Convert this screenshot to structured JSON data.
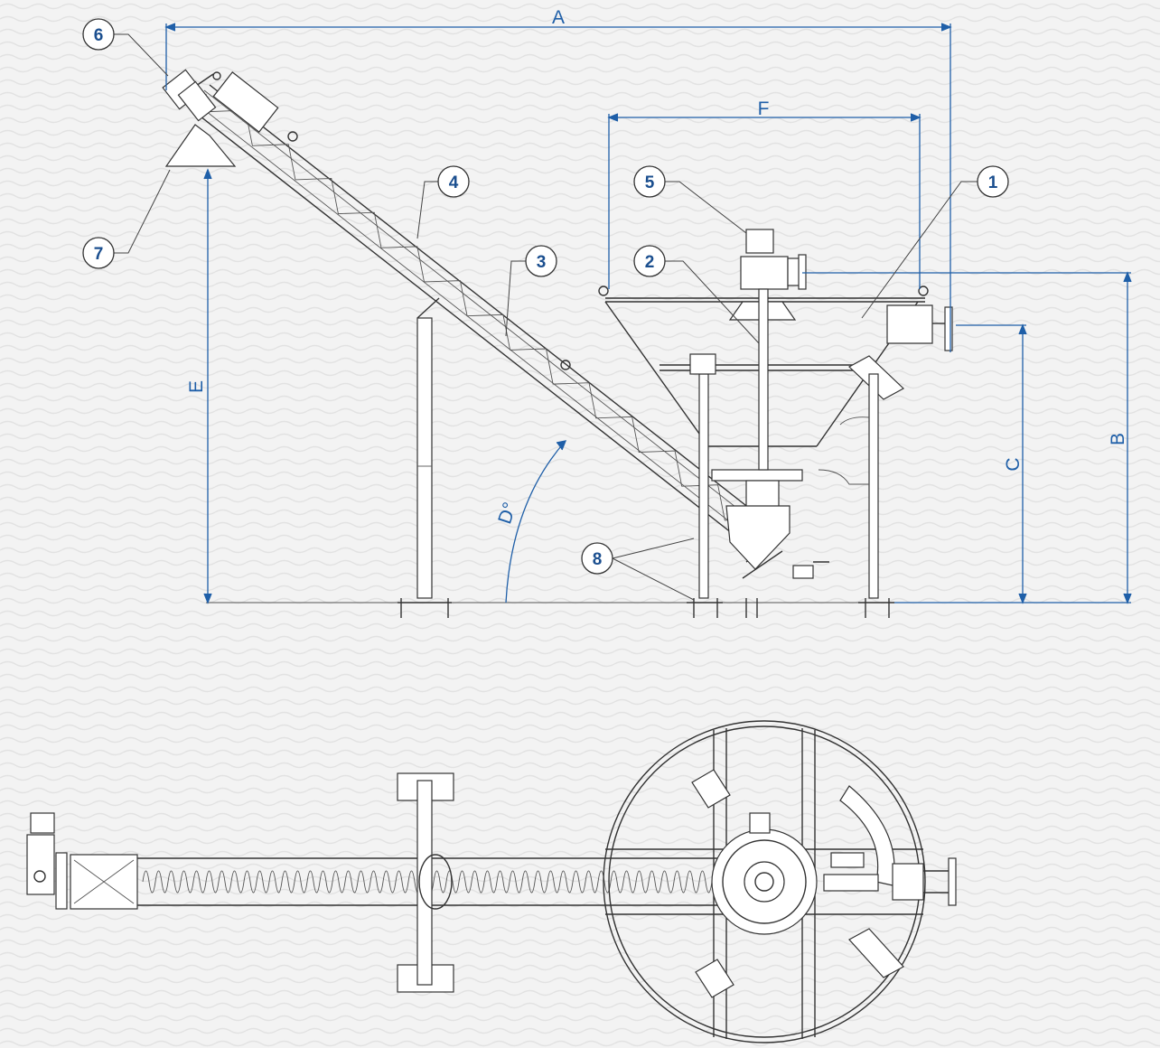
{
  "dimensions": {
    "A": "A",
    "B": "B",
    "C": "C",
    "D": "D°",
    "E": "E",
    "F": "F"
  },
  "callouts": [
    "1",
    "2",
    "3",
    "4",
    "5",
    "6",
    "7",
    "8"
  ],
  "colors": {
    "dimension": "#1f5fa8",
    "callout_text": "#1b4f8f",
    "linework": "#333333",
    "background": "#f3f3f3"
  }
}
